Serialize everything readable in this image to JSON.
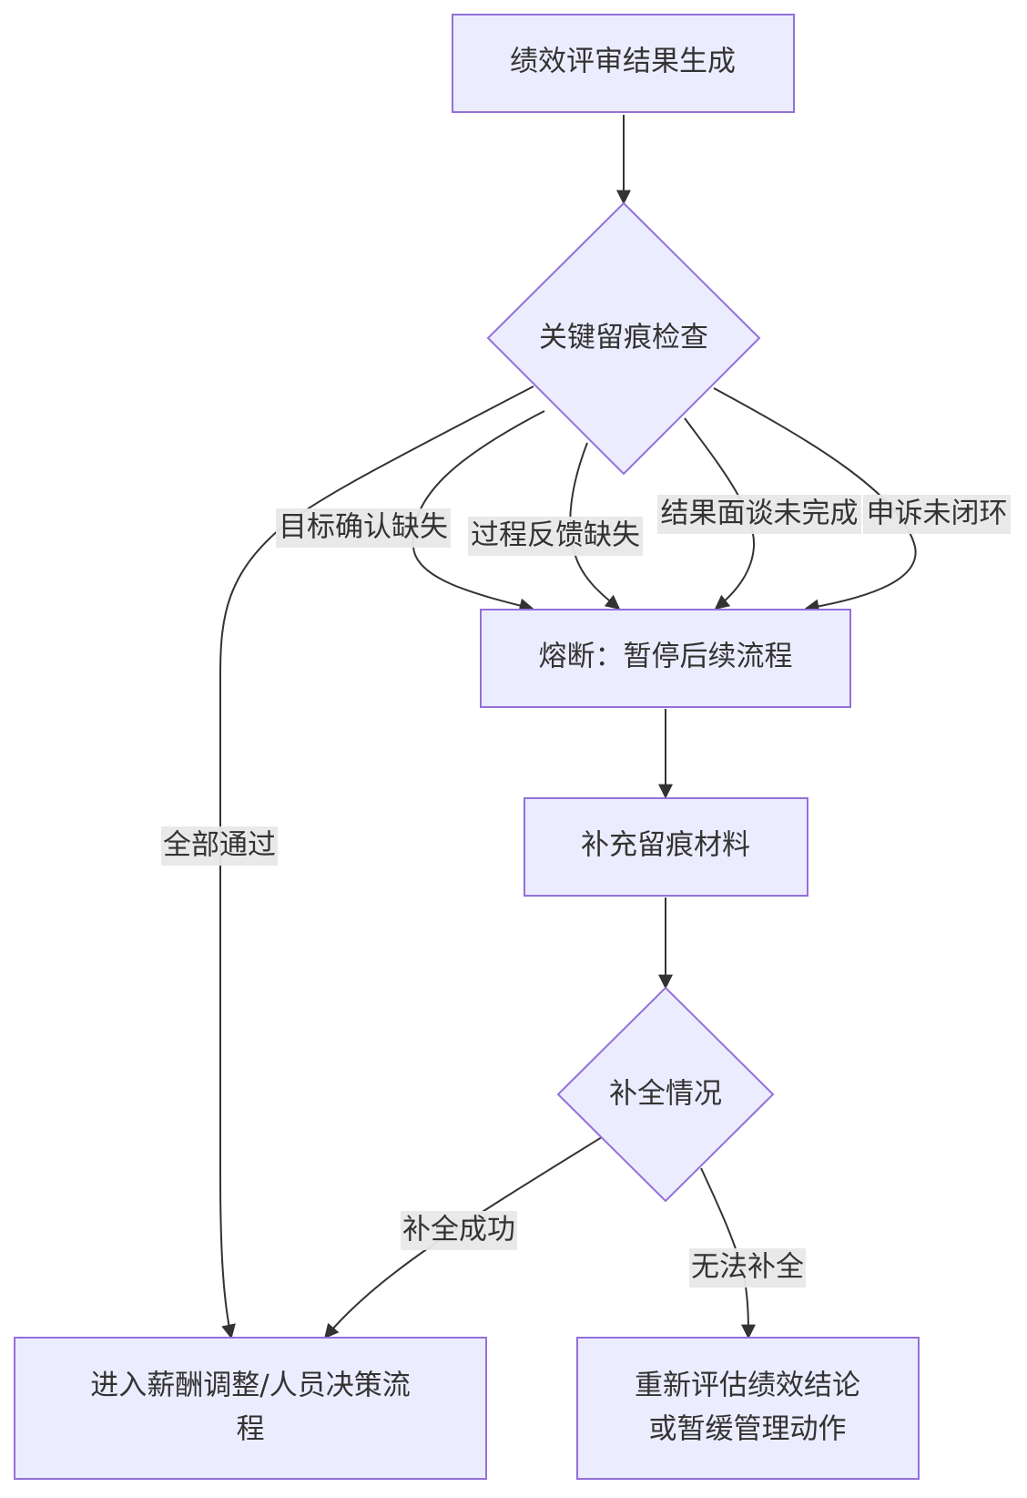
{
  "nodes": {
    "start": "绩效评审结果生成",
    "check": "关键留痕检查",
    "fuse": "熔断：暂停后续流程",
    "supplement": "补充留痕材料",
    "status": "补全情况",
    "proceed_line1": "进入薪酬调整/人员决策流",
    "proceed_line2": "程",
    "reassess_line1": "重新评估绩效结论",
    "reassess_line2": "或暂缓管理动作"
  },
  "edges": {
    "goal_missing": "目标确认缺失",
    "process_missing": "过程反馈缺失",
    "interview_incomplete": "结果面谈未完成",
    "appeal_open": "申诉未闭环",
    "all_passed": "全部通过",
    "completed": "补全成功",
    "cannot_complete": "无法补全"
  },
  "colors": {
    "node_fill": "#ececff",
    "node_stroke": "#9370db",
    "edge": "#333333",
    "label_bg": "#e8e8e8"
  }
}
